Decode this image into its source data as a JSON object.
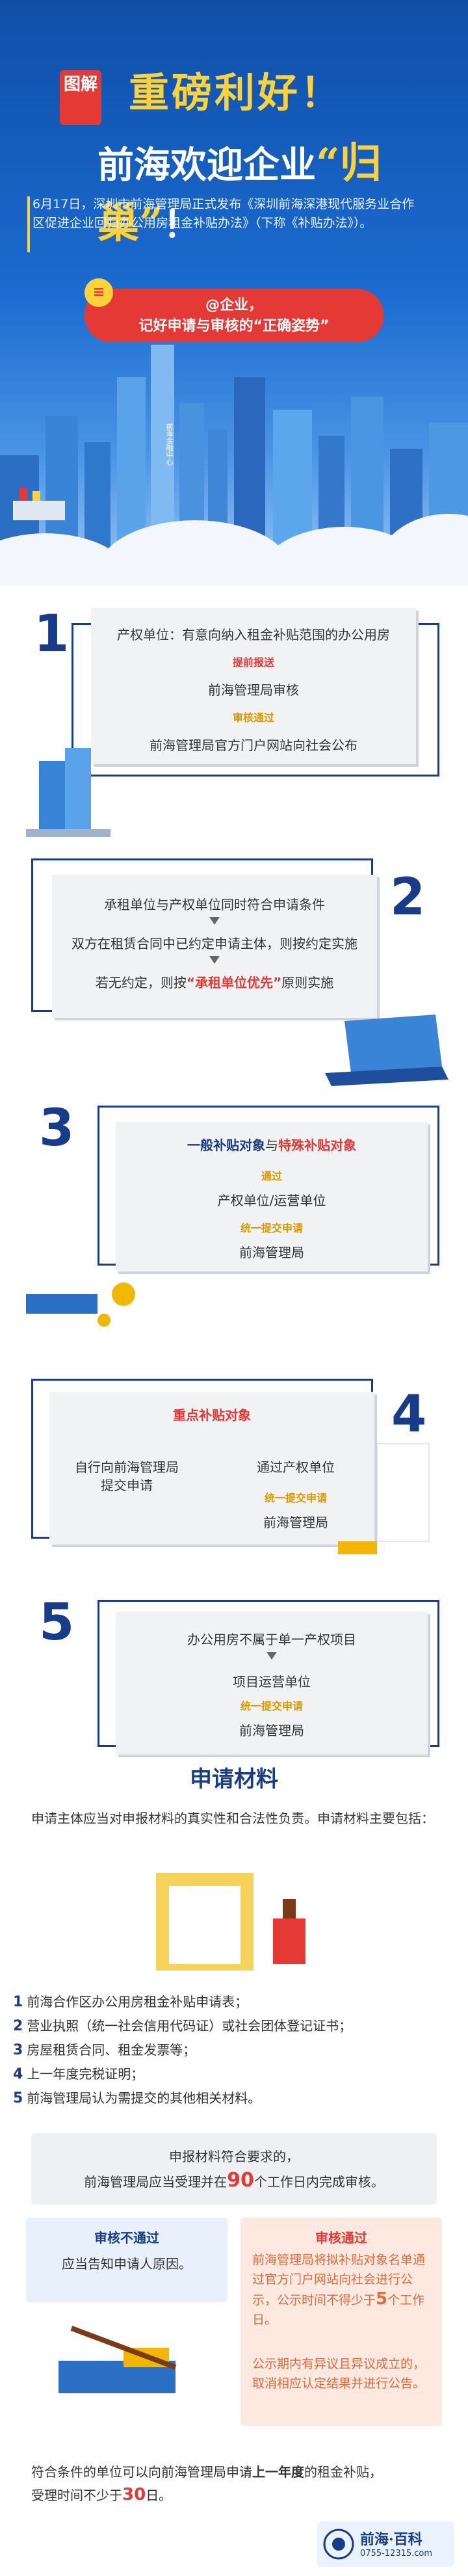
{
  "header": {
    "badge": "图解",
    "title_line1": "重磅利好！",
    "title_line2_prefix": "前海欢迎企业",
    "title_line2_quote": "“归巢”",
    "title_line2_suffix": "！",
    "intro": "6月17日，深圳市前海管理局正式发布《深圳前海深港现代服务业合作区促进企业回归办公用房租金补贴办法》（下称《补贴办法》）。",
    "ribbon_icon": "≡",
    "ribbon_line1": "@企业，",
    "ribbon_line2": "记好申请与审核的“正确姿势”",
    "building_sign": "前海金融中心"
  },
  "steps": [
    {
      "number": "1",
      "line1": "产权单位：有意向纳入租金补贴范围的办公用房",
      "label1": "提前报送",
      "line2": "前海管理局审核",
      "label2": "审核通过",
      "line3": "前海管理局官方门户网站向社会公布"
    },
    {
      "number": "2",
      "line1": "承租单位与产权单位同时符合申请条件",
      "line2": "双方在租赁合同中已约定申请主体，则按约定实施",
      "line3_prefix": "若无约定，则按",
      "line3_highlight": "“承租单位优先”",
      "line3_suffix": "原则实施"
    },
    {
      "number": "3",
      "head_a": "一般补贴对象",
      "head_mid": "与",
      "head_b": "特殊补贴对象",
      "label1": "通过",
      "line2": "产权单位/运营单位",
      "label2": "统一提交申请",
      "line3": "前海管理局"
    },
    {
      "number": "4",
      "head": "重点补贴对象",
      "left_line1": "自行向前海管理局",
      "left_line2": "提交申请",
      "right_line1": "通过产权单位",
      "label": "统一提交申请",
      "right_line2": "前海管理局"
    },
    {
      "number": "5",
      "line1": "办公用房不属于单一产权项目",
      "line2": "项目运营单位",
      "label": "统一提交申请",
      "line3": "前海管理局"
    }
  ],
  "materials": {
    "title": "申请材料",
    "intro": "申请主体应当对申报材料的真实性和合法性负责。申请材料主要包括：",
    "items": [
      {
        "n": "1",
        "text": "前海合作区办公用房租金补贴申请表；"
      },
      {
        "n": "2",
        "text": "营业执照（统一社会信用代码证）或社会团体登记证书；"
      },
      {
        "n": "3",
        "text": "房屋租赁合同、租金发票等；"
      },
      {
        "n": "4",
        "text": "上一年度完税证明；"
      },
      {
        "n": "5",
        "text": "前海管理局认为需提交的其他相关材料。"
      }
    ]
  },
  "review": {
    "line1": "申报材料符合要求的，",
    "line2_prefix": "前海管理局应当受理并在",
    "line2_days": "90",
    "line2_suffix": "个工作日内完成审核。",
    "fail_title": "审核不通过",
    "fail_text": "应当告知申请人原因。",
    "pass_title": "审核通过",
    "pass_text1_a": "前海管理局将拟补贴对象名单通过官方门户网站向社会进行公示，公示时间不得少于",
    "pass_text1_days": "5",
    "pass_text1_b": "个工作日。",
    "pass_text2": "公示期内有异议且异议成立的，取消相应认定结果并进行公告。"
  },
  "footer": {
    "line1_prefix": "符合条件的单位可以向前海管理局申请",
    "line1_bold": "上一年度",
    "line1_suffix": "的租金补贴，",
    "line2_prefix": "受理时间不少于",
    "line2_days": "30",
    "line2_suffix": "日。",
    "logo_name": "前海·百科",
    "logo_sub": "0755-12315.com"
  },
  "colors": {
    "navy": "#173d8a",
    "red": "#e53935",
    "yellow": "#ffd23a"
  }
}
